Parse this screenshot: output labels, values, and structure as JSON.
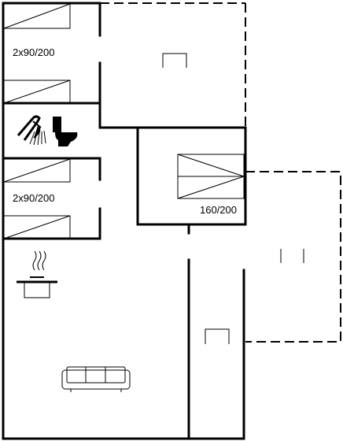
{
  "plan": {
    "rooms": [
      {
        "id": "bedroom-1",
        "bed_label": "2x90/200"
      },
      {
        "id": "bedroom-2",
        "bed_label": "2x90/200"
      },
      {
        "id": "bedroom-3",
        "bed_label": "160/200"
      }
    ],
    "icons": [
      "shower-icon",
      "toilet-icon",
      "cooking-pot-icon",
      "sofa-icon",
      "terrace-chair-icon"
    ],
    "line_color": "#000000",
    "background": "#ffffff"
  }
}
